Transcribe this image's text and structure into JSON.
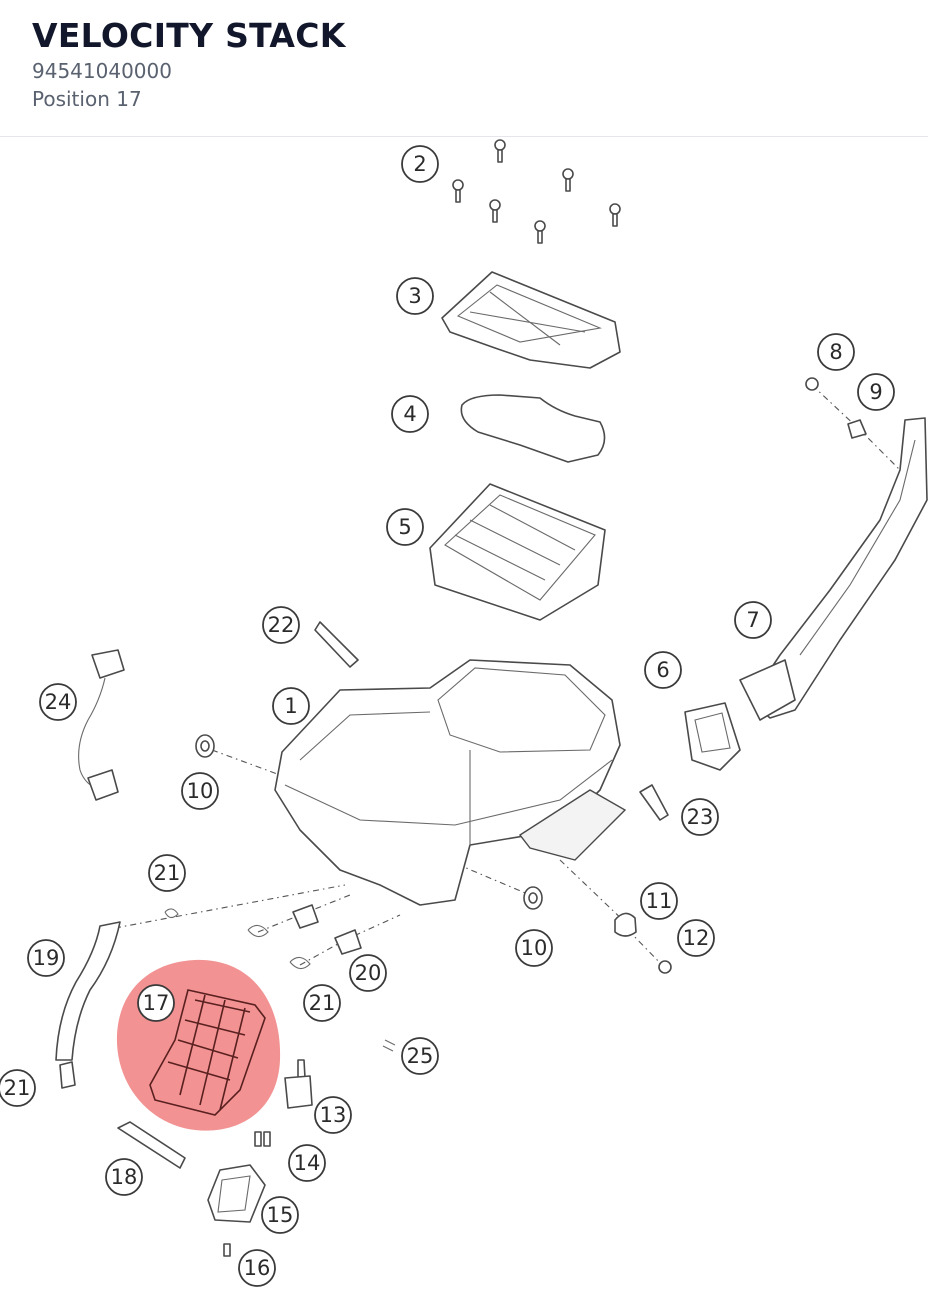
{
  "header": {
    "title": "VELOCITY STACK",
    "part_number": "94541040000",
    "position": "Position 17"
  },
  "diagram": {
    "highlighted_position": "17",
    "highlight_color": "#f07f7f",
    "callouts": [
      "2",
      "3",
      "4",
      "5",
      "8",
      "9",
      "7",
      "22",
      "6",
      "24",
      "1",
      "10",
      "23",
      "21",
      "11",
      "12",
      "10",
      "19",
      "20",
      "17",
      "21",
      "25",
      "21",
      "13",
      "14",
      "18",
      "15",
      "16"
    ]
  }
}
